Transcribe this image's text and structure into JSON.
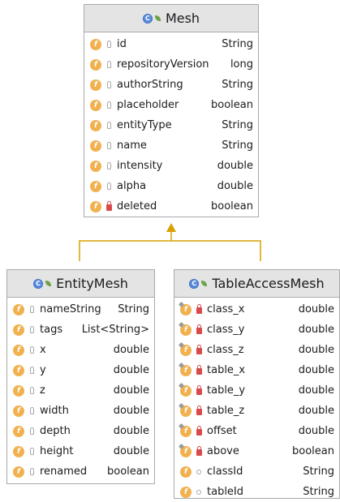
{
  "colors": {
    "header_bg": "#e4e4e4",
    "border": "#a9a9a9",
    "field_icon": "#f2b14f",
    "private_lock": "#d94b4b",
    "class_icon": "#5a8de0",
    "inheritance_arrow": "#d7a000"
  },
  "classes": {
    "mesh": {
      "name": "Mesh",
      "fields": [
        {
          "name": "id",
          "type": "String",
          "visibility": "package"
        },
        {
          "name": "repositoryVersion",
          "type": "long",
          "visibility": "package"
        },
        {
          "name": "authorString",
          "type": "String",
          "visibility": "package"
        },
        {
          "name": "placeholder",
          "type": "boolean",
          "visibility": "package"
        },
        {
          "name": "entityType",
          "type": "String",
          "visibility": "package"
        },
        {
          "name": "name",
          "type": "String",
          "visibility": "package"
        },
        {
          "name": "intensity",
          "type": "double",
          "visibility": "package"
        },
        {
          "name": "alpha",
          "type": "double",
          "visibility": "package"
        },
        {
          "name": "deleted",
          "type": "boolean",
          "visibility": "private"
        }
      ]
    },
    "entity_mesh": {
      "name": "EntityMesh",
      "fields": [
        {
          "name": "nameString",
          "type": "String",
          "visibility": "package"
        },
        {
          "name": "tags",
          "type": "List<String>",
          "visibility": "package"
        },
        {
          "name": "x",
          "type": "double",
          "visibility": "package"
        },
        {
          "name": "y",
          "type": "double",
          "visibility": "package"
        },
        {
          "name": "z",
          "type": "double",
          "visibility": "package"
        },
        {
          "name": "width",
          "type": "double",
          "visibility": "package"
        },
        {
          "name": "depth",
          "type": "double",
          "visibility": "package"
        },
        {
          "name": "height",
          "type": "double",
          "visibility": "package"
        },
        {
          "name": "renamed",
          "type": "boolean",
          "visibility": "package"
        }
      ]
    },
    "table_access_mesh": {
      "name": "TableAccessMesh",
      "fields": [
        {
          "name": "class_x",
          "type": "double",
          "visibility": "private",
          "static": true
        },
        {
          "name": "class_y",
          "type": "double",
          "visibility": "private",
          "static": true
        },
        {
          "name": "class_z",
          "type": "double",
          "visibility": "private",
          "static": true
        },
        {
          "name": "table_x",
          "type": "double",
          "visibility": "private",
          "static": true
        },
        {
          "name": "table_y",
          "type": "double",
          "visibility": "private",
          "static": true
        },
        {
          "name": "table_z",
          "type": "double",
          "visibility": "private",
          "static": true
        },
        {
          "name": "offset",
          "type": "double",
          "visibility": "private",
          "static": true
        },
        {
          "name": "above",
          "type": "boolean",
          "visibility": "private",
          "static": true
        },
        {
          "name": "classId",
          "type": "String",
          "visibility": "public",
          "static": false
        },
        {
          "name": "tableId",
          "type": "String",
          "visibility": "public",
          "static": false
        }
      ]
    }
  }
}
